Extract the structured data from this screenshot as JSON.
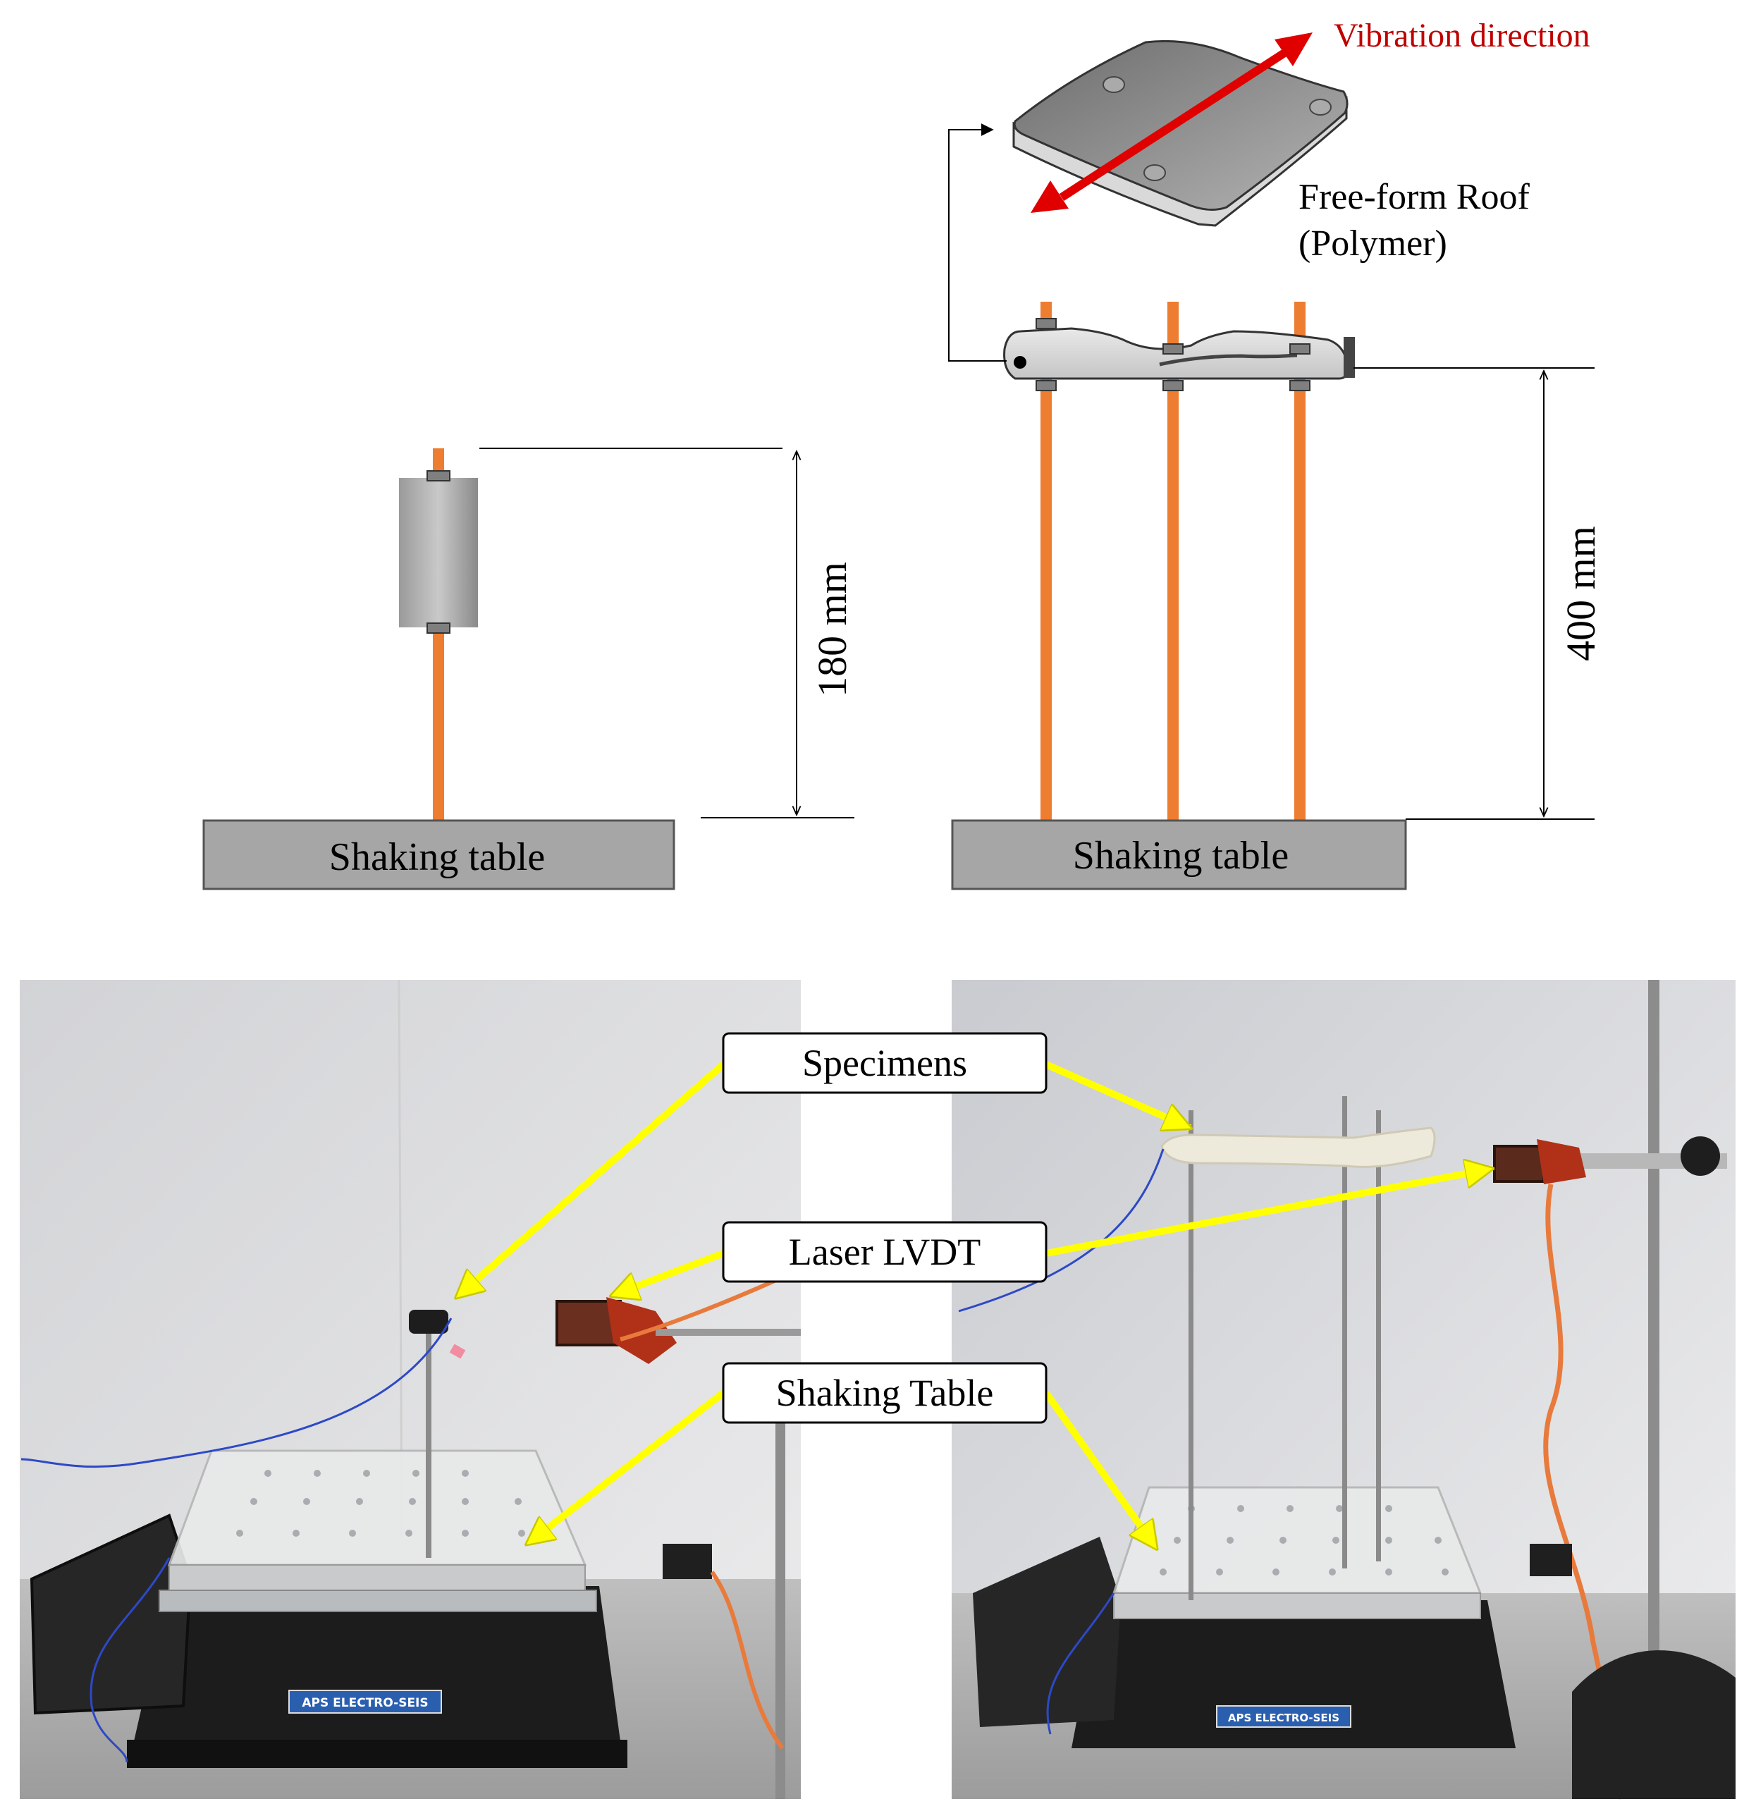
{
  "top": {
    "left_setup": {
      "table_label": "Shaking table",
      "height_label": "180 mm"
    },
    "right_setup": {
      "table_label": "Shaking table",
      "height_label": "400 mm",
      "roof_label_line1": "Free-form Roof",
      "roof_label_line2": "(Polymer)",
      "vibration_label": "Vibration direction"
    }
  },
  "photos": {
    "callouts": {
      "specimens": "Specimens",
      "laser": "Laser LVDT",
      "shaking_table": "Shaking Table"
    },
    "left_brand": "APS ELECTRO-SEIS",
    "right_brand": "APS ELECTRO-SEIS"
  },
  "colors": {
    "rod": "#ed7d31",
    "table_fill": "#a6a6a6",
    "vibration_arrow": "#e00000",
    "vibration_text": "#c00000",
    "callout_arrow": "#ffff00",
    "photo_wall": "#dedede",
    "shaker_body": "#1c1c1c"
  }
}
